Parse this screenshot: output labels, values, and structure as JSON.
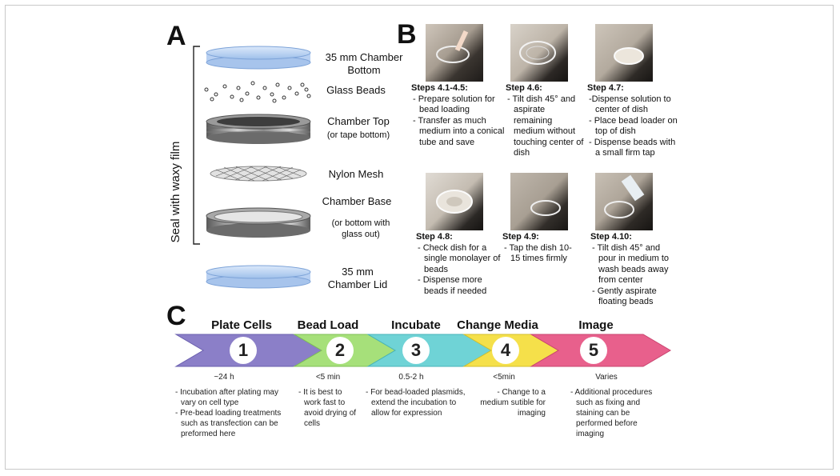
{
  "panel_a": {
    "letter": "A",
    "bracket_label": "Seal with waxy film",
    "items": [
      {
        "label": "35 mm Chamber Bottom",
        "sub": ""
      },
      {
        "label": "Glass Beads",
        "sub": ""
      },
      {
        "label": "Chamber Top",
        "sub": "(or tape bottom)"
      },
      {
        "label": "Nylon Mesh",
        "sub": ""
      },
      {
        "label": "Chamber Base",
        "sub": "(or bottom with glass out)"
      },
      {
        "label": "35 mm Chamber Lid",
        "sub": ""
      }
    ]
  },
  "panel_b": {
    "letter": "B",
    "steps": [
      {
        "title": "Steps 4.1-4.5:",
        "items": [
          "- Prepare solution for bead loading",
          "- Transfer as much medium into a conical tube and save"
        ]
      },
      {
        "title": "Step 4.6:",
        "items": [
          "- Tilt dish 45° and aspirate remaining medium without touching center of dish"
        ]
      },
      {
        "title": "Step 4.7:",
        "items": [
          "-Dispense solution to center of dish",
          "- Place bead loader on top of dish",
          "- Dispense beads with a small firm tap"
        ]
      },
      {
        "title": "Step 4.8:",
        "items": [
          "- Check dish for a single monolayer of beads",
          "- Dispense more beads if needed"
        ]
      },
      {
        "title": "Step 4.9:",
        "items": [
          "- Tap the dish 10-15 times firmly"
        ]
      },
      {
        "title": "Step 4.10:",
        "items": [
          "- Tilt dish 45° and pour in medium to wash beads away from center",
          "- Gently aspirate floating beads"
        ]
      }
    ]
  },
  "panel_c": {
    "letter": "C",
    "stages": [
      {
        "title": "Plate Cells",
        "number": "1",
        "color": "#8b7fc8",
        "time": "~24 h",
        "items": [
          "- Incubation after plating may vary on cell type",
          "- Pre-bead loading treatments such as transfection can be preformed here"
        ]
      },
      {
        "title": "Bead Load",
        "number": "2",
        "color": "#a6e07a",
        "time": "<5 min",
        "items": [
          "- It is best to work fast to avoid drying of cells"
        ]
      },
      {
        "title": "Incubate",
        "number": "3",
        "color": "#6fd3d6",
        "time": "0.5-2 h",
        "items": [
          "- For bead-loaded plasmids, extend the incubation to allow for expression"
        ]
      },
      {
        "title": "Change Media",
        "number": "4",
        "color": "#f5e04a",
        "time": "<5min",
        "items": [
          "- Change to a medium sutible for imaging"
        ]
      },
      {
        "title": "Image",
        "number": "5",
        "color": "#e8608c",
        "time": "Varies",
        "items": [
          "- Additional procedures such as fixing and staining can be performed before imaging"
        ]
      }
    ]
  }
}
